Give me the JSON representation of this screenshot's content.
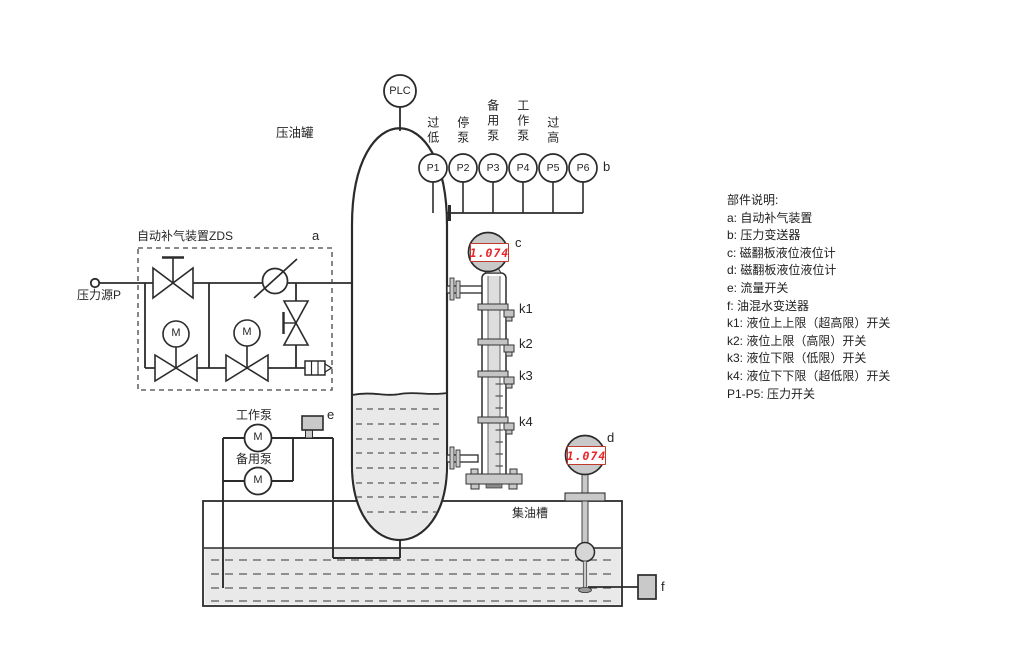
{
  "colors": {
    "line": "#2b2b2b",
    "liquid": "#e9e9e9",
    "hardware_gray": "#c9c9c9",
    "display_red": "#e8252a",
    "display_border": "#c0392b"
  },
  "labels": {
    "plc": "PLC",
    "tank": "压油罐",
    "pressure_source": "压力源P",
    "air_device": "自动补气装置ZDS",
    "tag_a": "a",
    "tag_b": "b",
    "tag_c": "c",
    "tag_d": "d",
    "tag_e": "e",
    "tag_f": "f",
    "working_pump": "工作泵",
    "backup_pump": "备用泵",
    "motor": "M",
    "collection_tank": "集油槽"
  },
  "gauges": {
    "c_value": "1.074",
    "d_value": "1.074"
  },
  "pressure_switches": [
    {
      "id": "P1",
      "label": "过低"
    },
    {
      "id": "P2",
      "label": "停泵"
    },
    {
      "id": "P3",
      "label": "备用泵"
    },
    {
      "id": "P4",
      "label": "工作泵"
    },
    {
      "id": "P5",
      "label": "过高"
    },
    {
      "id": "P6",
      "label": ""
    }
  ],
  "level_switches": [
    "k1",
    "k2",
    "k3",
    "k4"
  ],
  "legend": {
    "title": "部件说明:",
    "items": [
      "a: 自动补气装置",
      "b: 压力变送器",
      "c: 磁翻板液位液位计",
      "d: 磁翻板液位液位计",
      "e: 流量开关",
      "f: 油混水变送器",
      "k1: 液位上上限（超高限）开关",
      "k2: 液位上限（高限）开关",
      "k3: 液位下限（低限）开关",
      "k4: 液位下下限（超低限）开关",
      "P1-P5: 压力开关"
    ]
  }
}
